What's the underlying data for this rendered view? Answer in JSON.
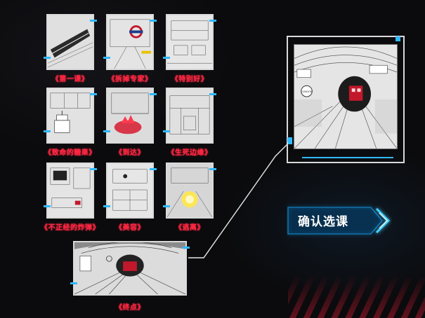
{
  "levels": [
    {
      "id": "first-class",
      "label": "《第一课》",
      "scene": "train"
    },
    {
      "id": "transfer",
      "label": "《拆掉专家》",
      "scene": "station-sign"
    },
    {
      "id": "outlier",
      "label": "《特别好》",
      "scene": "office"
    },
    {
      "id": "birthday",
      "label": "《致命的糖果》",
      "scene": "cake"
    },
    {
      "id": "arrival",
      "label": "《到达》",
      "scene": "fire"
    },
    {
      "id": "edge",
      "label": "《生死边缘》",
      "scene": "bus"
    },
    {
      "id": "bomb",
      "label": "《不正经的炸弹》",
      "scene": "living-room"
    },
    {
      "id": "magic",
      "label": "《美容》",
      "scene": "kitchen"
    },
    {
      "id": "escape",
      "label": "《逃离》",
      "scene": "glow"
    }
  ],
  "final": {
    "label": "《终点》",
    "scene": "tunnel"
  },
  "preview": {
    "scene": "tunnel",
    "sign_text": "LONDON"
  },
  "confirm_button": {
    "label": "确认选课"
  },
  "colors": {
    "accent_blue": "#2fb9ff",
    "caption_red": "#ff2742",
    "frame": "#d9d9d9"
  }
}
